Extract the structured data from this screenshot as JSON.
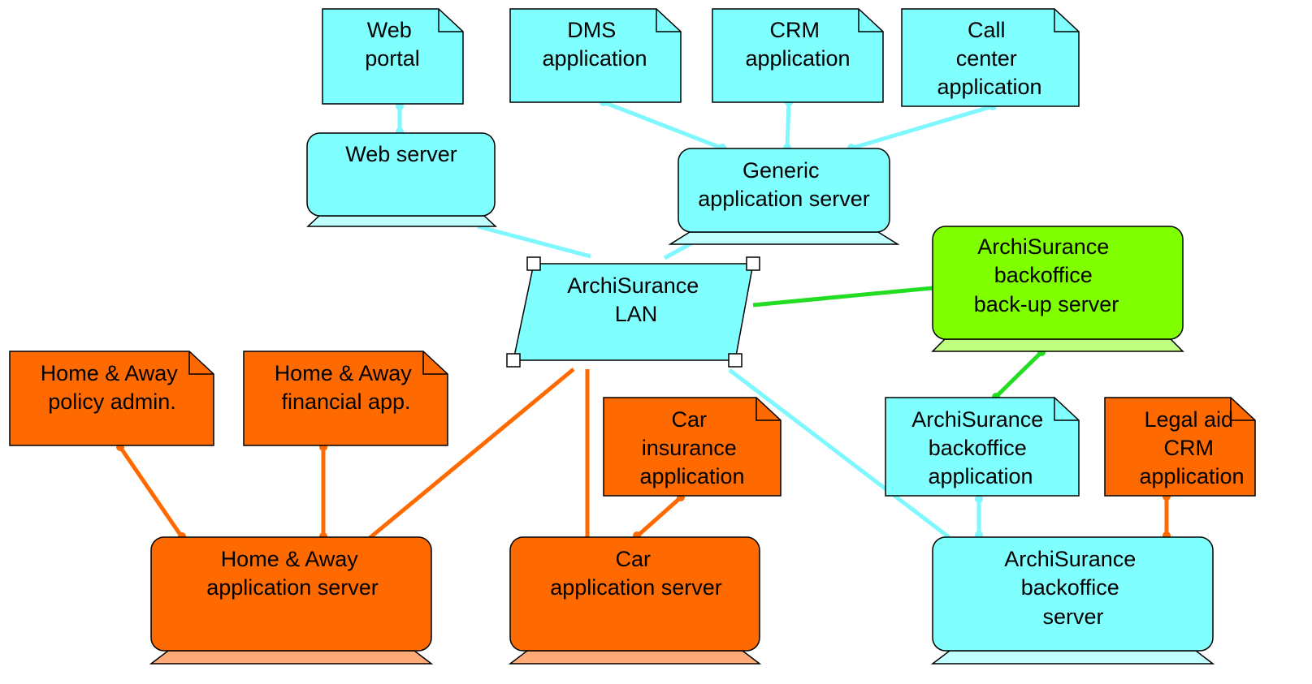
{
  "colors": {
    "cyan": "#80ffff",
    "cyan_light": "#bfffff",
    "orange": "#ff6a00",
    "orange_light": "#ffaa77",
    "green": "#80ff00",
    "green_light": "#bfff80",
    "cyan_line": "#7ff7ff",
    "orange_line": "#ff6a00",
    "green_line": "#22dd22"
  },
  "artifacts": {
    "web_portal": [
      "Web",
      "portal"
    ],
    "dms_application": [
      "DMS",
      "application"
    ],
    "crm_application": [
      "CRM",
      "application"
    ],
    "call_center_application": [
      "Call",
      "center",
      "application"
    ],
    "home_away_policy_admin": [
      "Home & Away",
      "policy admin."
    ],
    "home_away_financial_app": [
      "Home & Away",
      "financial app."
    ],
    "car_insurance_application": [
      "Car",
      "insurance",
      "application"
    ],
    "archisurance_backoffice_application": [
      "ArchiSurance",
      "backoffice",
      "application"
    ],
    "legal_aid_crm_application": [
      "Legal aid",
      "CRM",
      "application"
    ]
  },
  "devices": {
    "web_server": [
      "Web server"
    ],
    "generic_application_server": [
      "Generic",
      "application server"
    ],
    "backoffice_backup_server": [
      "ArchiSurance",
      "backoffice",
      "back-up server"
    ],
    "home_away_application_server": [
      "Home & Away",
      "application server"
    ],
    "car_application_server": [
      "Car",
      "application server"
    ],
    "archisurance_backoffice_server": [
      "ArchiSurance",
      "backoffice",
      "server"
    ]
  },
  "network": {
    "lan": [
      "ArchiSurance",
      "LAN"
    ]
  }
}
